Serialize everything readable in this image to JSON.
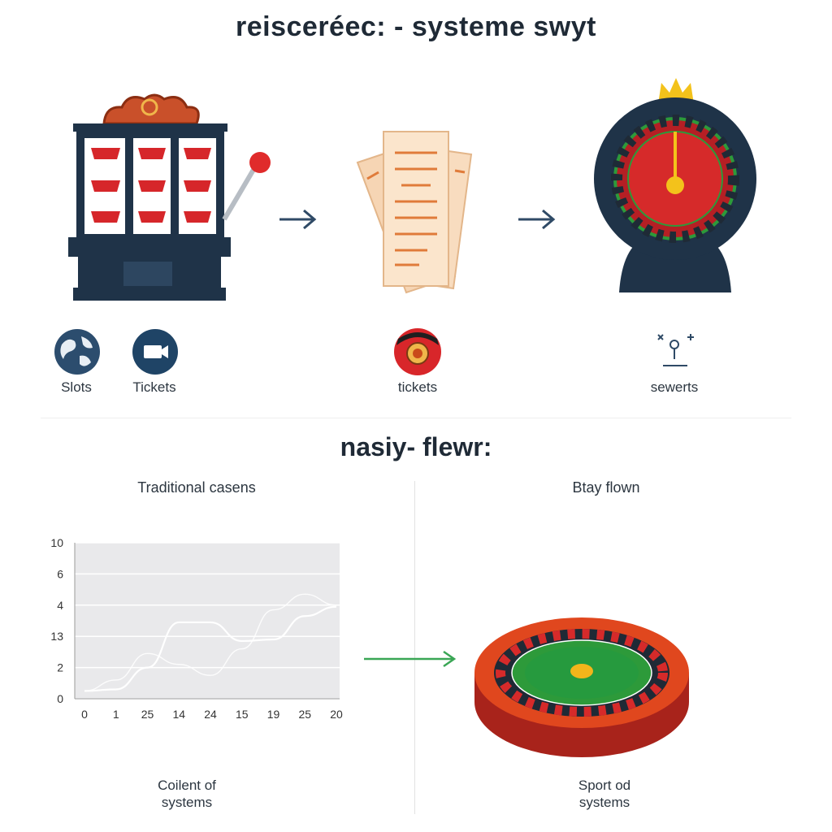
{
  "header": {
    "title": "reisceréec: - systeme  swyt"
  },
  "top_flow": {
    "arrow_color": "#2f4a66",
    "nodes": [
      {
        "id": "slot-machine",
        "icon": "slot-machine-icon"
      },
      {
        "id": "tickets",
        "icon": "tickets-icon"
      },
      {
        "id": "roulette",
        "icon": "roulette-wheel-icon"
      }
    ],
    "labels": [
      {
        "icon": "globe-icon",
        "text": "Slots"
      },
      {
        "icon": "video-camera-icon",
        "text": "Tickets"
      },
      {
        "icon": "seal-badge-icon",
        "text": "tickets"
      },
      {
        "icon": "joystick-icon",
        "text": "sewerts"
      }
    ]
  },
  "section2": {
    "title": "nasiy- flewr:",
    "left_heading": "Traditional casens",
    "right_heading": "Btay flown",
    "left_caption_line1": "Coilent of",
    "left_caption_line2": "systems",
    "right_caption_line1": "Sport od",
    "right_caption_line2": "systems",
    "arrow_color": "#3aa655"
  },
  "chart_data": {
    "type": "line",
    "x_tick_labels": [
      "0",
      "1",
      "25",
      "14",
      "24",
      "15",
      "19",
      "25",
      "20"
    ],
    "y_tick_labels": [
      "0",
      "2",
      "13",
      "4",
      "6",
      "10"
    ],
    "ylim": [
      0,
      10
    ],
    "grid": true,
    "series": [
      {
        "values": [
          0.5,
          0.6,
          2.0,
          4.9,
          4.9,
          3.7,
          3.8,
          5.3,
          5.9
        ]
      },
      {
        "values": [
          0.5,
          1.2,
          2.9,
          2.2,
          1.5,
          3.2,
          5.7,
          6.7,
          6.0
        ]
      }
    ]
  }
}
